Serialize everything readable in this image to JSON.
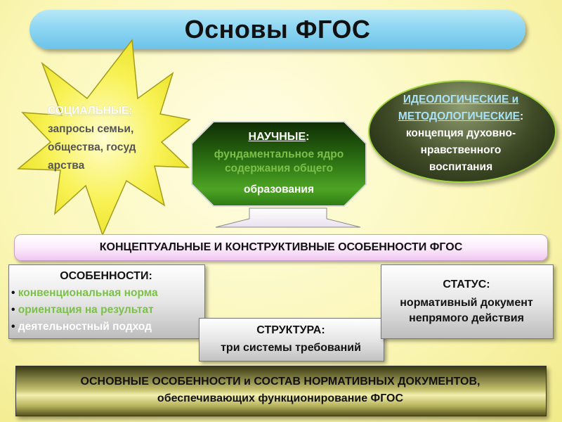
{
  "title": "Основы ФГОС",
  "social": {
    "title": "СОЦИАЛЬНЫЕ:",
    "lines": [
      "запросы семьи,",
      "общества, госуд",
      "арства"
    ]
  },
  "scientific": {
    "title": "НАУЧНЫЕ",
    "title_suffix": ":",
    "line1": "фундаментальное ядро",
    "line2": "содержания общего",
    "line3": "образования"
  },
  "ideological": {
    "title1": "ИДЕОЛОГИЧЕСКИЕ и",
    "title2": "МЕТОДОЛОГИЧЕСКИЕ",
    "title2_suffix": ":",
    "lines": [
      "концепция духовно-",
      "нравственного",
      "воспитания"
    ]
  },
  "conceptual": "КОНЦЕПТУАЛЬНЫЕ И КОНСТРУКТИВНЫЕ ОСОБЕННОСТИ ФГОС",
  "features": {
    "title": "ОСОБЕННОСТИ:",
    "bullet": "•",
    "items": [
      "конвенциональная норма",
      "ориентация на результат",
      "деятельностный подход"
    ]
  },
  "structure": {
    "title": "СТРУКТУРА:",
    "text": "три системы требований"
  },
  "status": {
    "title": "СТАТУС:",
    "line1": "нормативный документ",
    "line2": "непрямого действия"
  },
  "bottom": {
    "line1": "ОСНОВНЫЕ ОСОБЕННОСТИ и СОСТАВ НОРМАТИВНЫХ ДОКУМЕНТОВ,",
    "line2": "обеспечивающих функционирование ФГОС"
  },
  "colors": {
    "title_bg": "#8fd6f2",
    "star_fill": "#f6ef3a",
    "octagon_dark": "#173f08",
    "octagon_light": "#3f9a1d",
    "ellipse_border": "#9fd33c",
    "green_text": "#7cc04a",
    "concept_bg": "#f0c6f0"
  }
}
